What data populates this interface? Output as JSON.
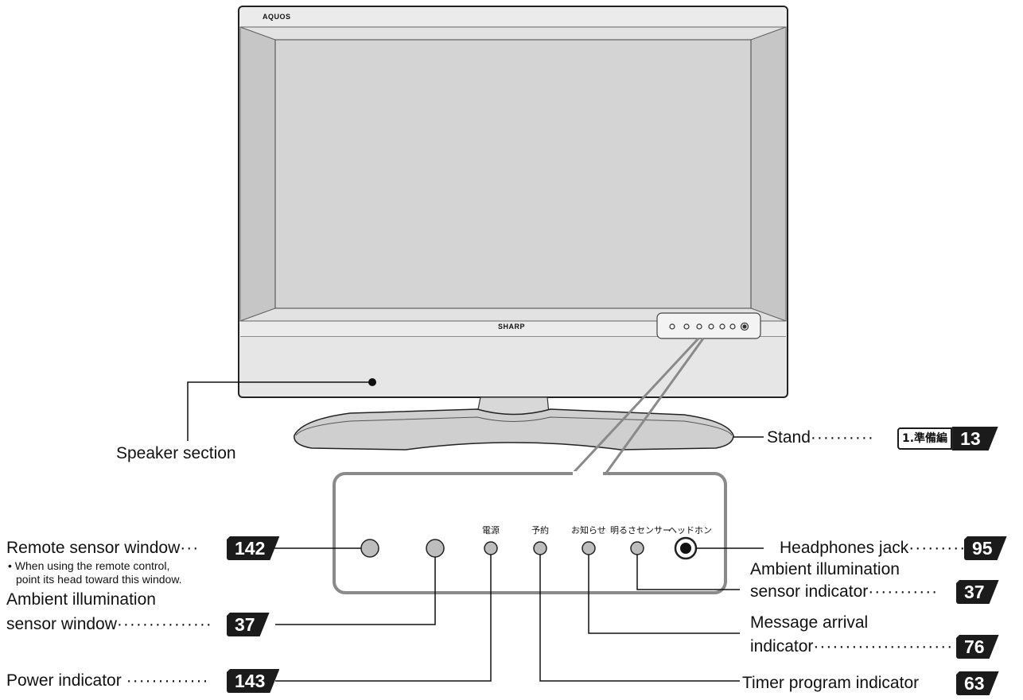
{
  "tv": {
    "brand_top": "AQUOS",
    "brand_bottom": "SHARP"
  },
  "panel_labels": {
    "power": "電源",
    "timer": "予約",
    "message": "お知らせ",
    "brightness": "明るさセンサー",
    "headphones": "ヘッドホン"
  },
  "callouts": {
    "speaker": "Speaker section",
    "stand": "Stand",
    "stand_dots": "··········",
    "stand_chapter": "1.準備編",
    "stand_page": "13",
    "remote": "Remote sensor window",
    "remote_dots": "···",
    "remote_page": "142",
    "remote_note_1": "• When using the remote control,",
    "remote_note_2": "point its head toward this window.",
    "ambient_window_1": "Ambient illumination",
    "ambient_window_2": "sensor window",
    "ambient_window_dots": "···············",
    "ambient_window_page": "37",
    "power": "Power indicator",
    "power_dots": "·············",
    "power_page": "143",
    "headphones": "Headphones jack",
    "headphones_dots": "·········",
    "headphones_page": "95",
    "ambient_ind_1": "Ambient illumination",
    "ambient_ind_2": "sensor indicator",
    "ambient_ind_dots": "···········",
    "ambient_ind_page": "37",
    "message_1": "Message arrival",
    "message_2": "indicator",
    "message_dots": "······················",
    "message_page": "76",
    "timer": "Timer program indicator",
    "timer_page": "63"
  },
  "colors": {
    "panel_border": "#8a8a8a",
    "bezel": "#e4e4e4",
    "screen": "#d2d2d2",
    "frame_side": "#c9c9c9",
    "badge": "#1b1b1b",
    "indicator_fill": "#bdbdbd"
  }
}
